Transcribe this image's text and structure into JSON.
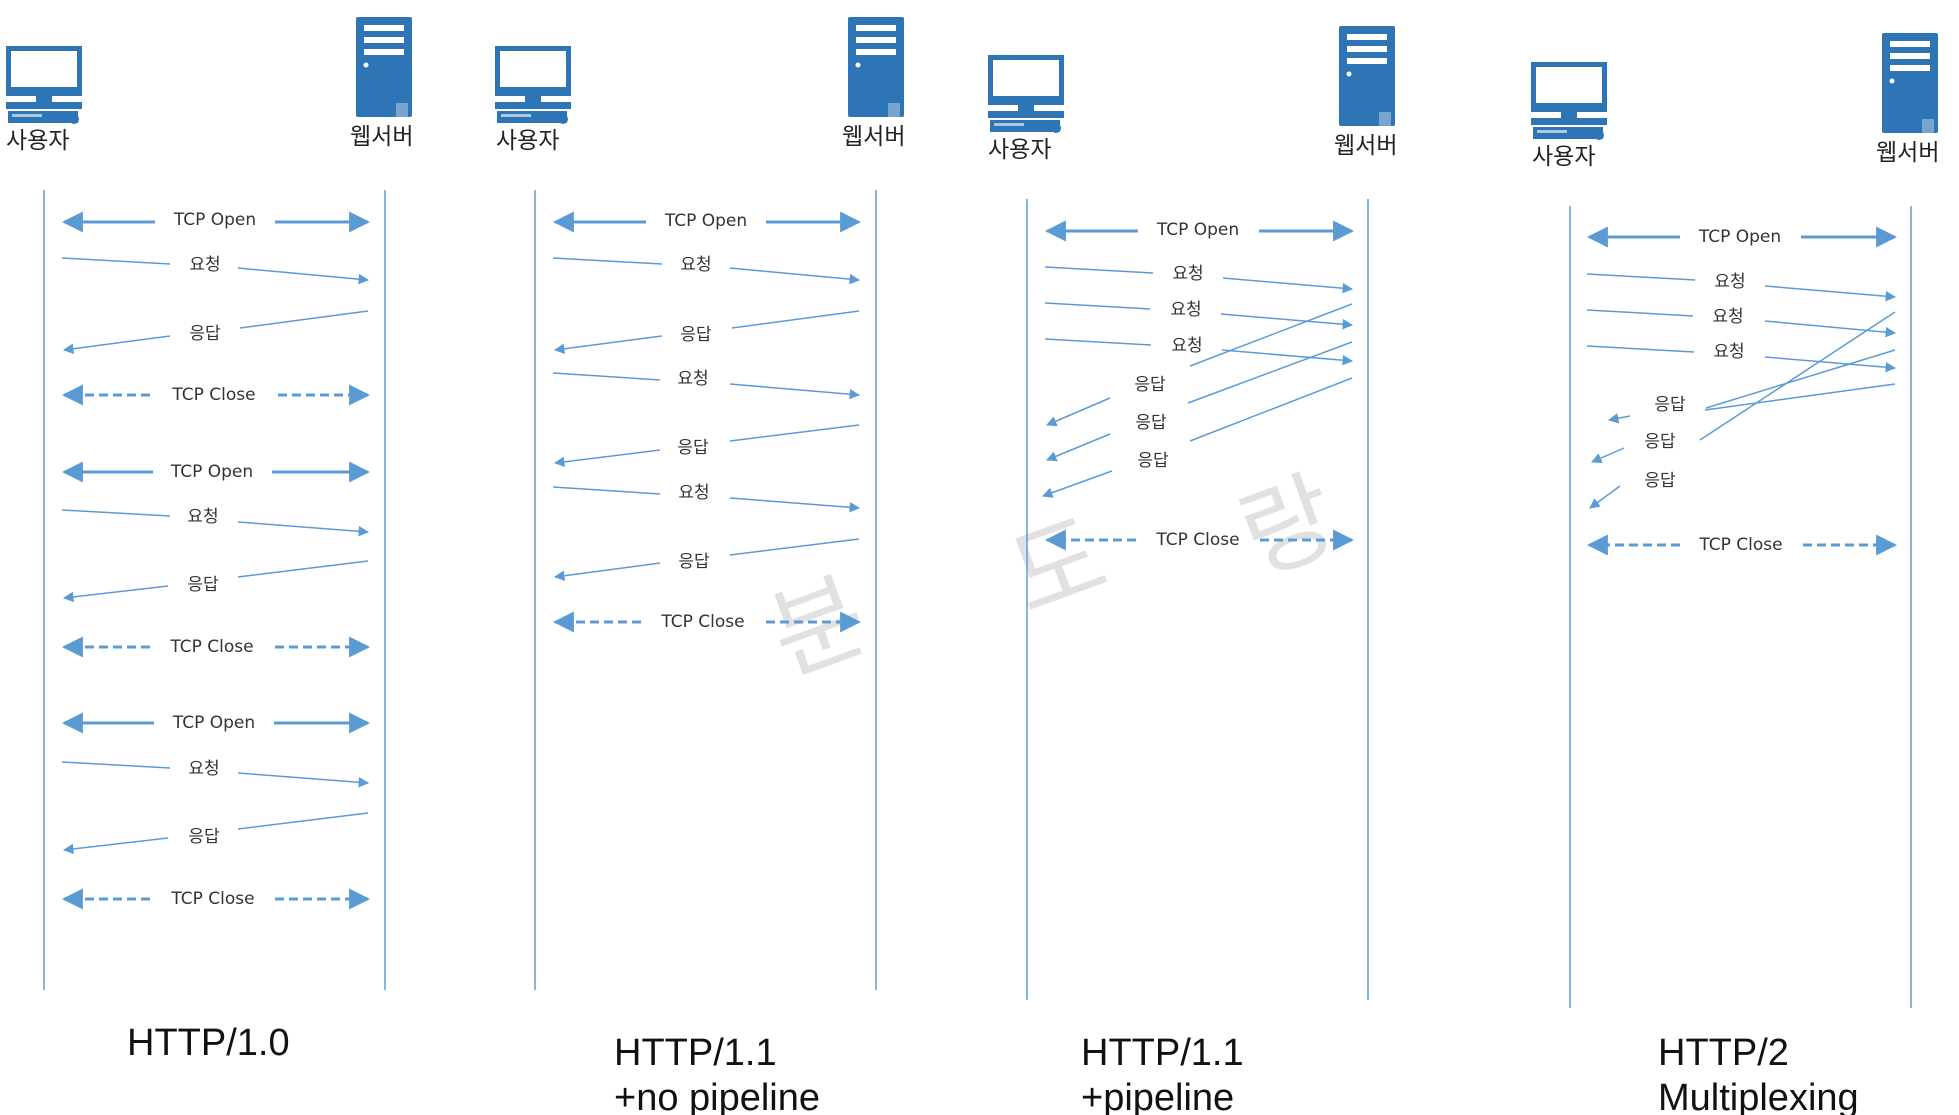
{
  "labels": {
    "user": "사용자",
    "server": "웹서버",
    "tcp_open": "TCP Open",
    "tcp_close": "TCP Close",
    "request": "요청",
    "response": "응답"
  },
  "watermark": [
    "분",
    "도",
    "랑"
  ],
  "panels": [
    {
      "caption_line1": "HTTP/1.0",
      "caption_line2": ""
    },
    {
      "caption_line1": "HTTP/1.1",
      "caption_line2": "+no pipeline"
    },
    {
      "caption_line1": "HTTP/1.1",
      "caption_line2": "+pipeline"
    },
    {
      "caption_line1": "HTTP/2",
      "caption_line2": "Multiplexing"
    }
  ],
  "colors": {
    "line": "#5b9bd5",
    "server": "#2e75b6",
    "monitor": "#2e75b6"
  }
}
